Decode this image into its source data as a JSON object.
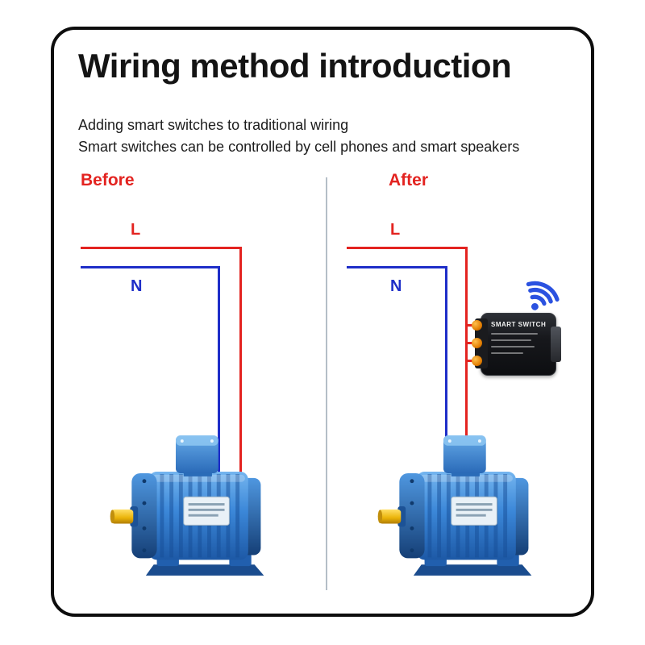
{
  "header": {
    "title": "Wiring method introduction",
    "subtitle1": "Adding smart switches to traditional wiring",
    "subtitle2": "Smart switches can be controlled by cell phones and smart speakers"
  },
  "before": {
    "label": "Before",
    "l": "L",
    "n": "N"
  },
  "after": {
    "label": "After",
    "l": "L",
    "n": "N"
  },
  "device": {
    "brand": "SMART SWITCH"
  },
  "icons": {
    "wifi": "wifi-icon"
  },
  "colors": {
    "line_red": "#e32320",
    "line_blue": "#1e2ec8",
    "wifi_blue": "#2b52e0",
    "motor_blue": "#2f7fd0",
    "shaft_yellow": "#f2c21a",
    "device_black": "#17181c",
    "frame_border": "#0d0d0d"
  }
}
